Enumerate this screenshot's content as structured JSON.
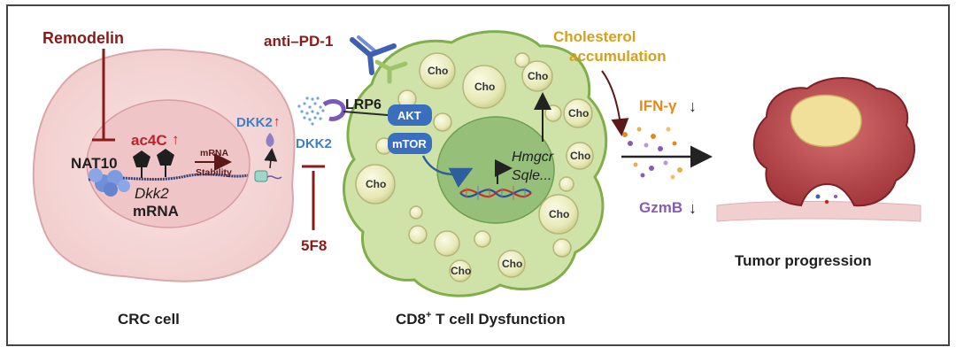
{
  "labels": {
    "remodelin": "Remodelin",
    "nat10": "NAT10",
    "ac4c": "ac4C",
    "up_arrow": "↑",
    "dkk2_gene": "Dkk2",
    "mrna": "mRNA",
    "mrna_stability_1": "mRNA",
    "mrna_stability_2": "Stability",
    "dkk2_up": "DKK2",
    "dkk2": "DKK2",
    "f58": "5F8",
    "anti_pd1": "anti–PD-1",
    "lrp6": "LRP6",
    "akt": "AKT",
    "mtor": "mTOR",
    "hmgcr": "Hmgcr",
    "sqle": "Sqle...",
    "cho": "Cho",
    "cholesterol_1": "Cholesterol",
    "cholesterol_2": "accumulation",
    "ifng": "IFN-γ",
    "gzmb": "GzmB",
    "down_arrow": "↓",
    "crc_cell": "CRC cell",
    "cd8_prefix": "CD8",
    "cd8_sup": "+",
    "cd8_suffix": " T cell Dysfunction",
    "tumor": "Tumor progression"
  },
  "colors": {
    "inhibitor_red": "#8b1a1a",
    "ac4c_red": "#c0222a",
    "dkk2_blue": "#3f7fc6",
    "cholesterol_gold": "#d4a020",
    "ifng_orange": "#e08a1e",
    "gzmb_purple": "#8a5cb0",
    "crc_cell_fill": "#f6d9d9",
    "tcell_fill": "#cfe3a8",
    "nucleus_fill": "#96c07a",
    "signal_box": "#3a6fc0"
  }
}
